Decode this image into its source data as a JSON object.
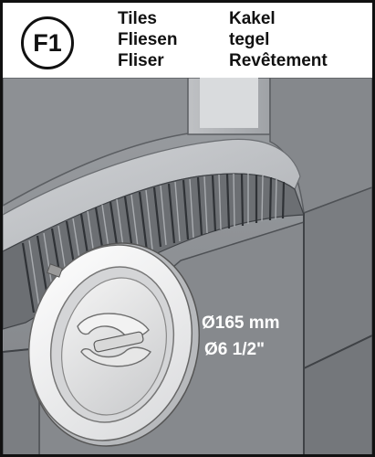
{
  "step": {
    "id": "F1"
  },
  "labels": {
    "en": "Tiles",
    "de": "Fliesen",
    "da": "Fliser",
    "nl": "Kakel",
    "no": "tegel",
    "fr": "Revêtement"
  },
  "dimension": {
    "metric": "Ø165 mm",
    "imperial": "Ø6 1/2\""
  },
  "colors": {
    "frame": "#111111",
    "tile": "#8e9195",
    "tile_dark": "#74777b",
    "outlet_light": "#ececec",
    "dim_text": "#ffffff"
  }
}
